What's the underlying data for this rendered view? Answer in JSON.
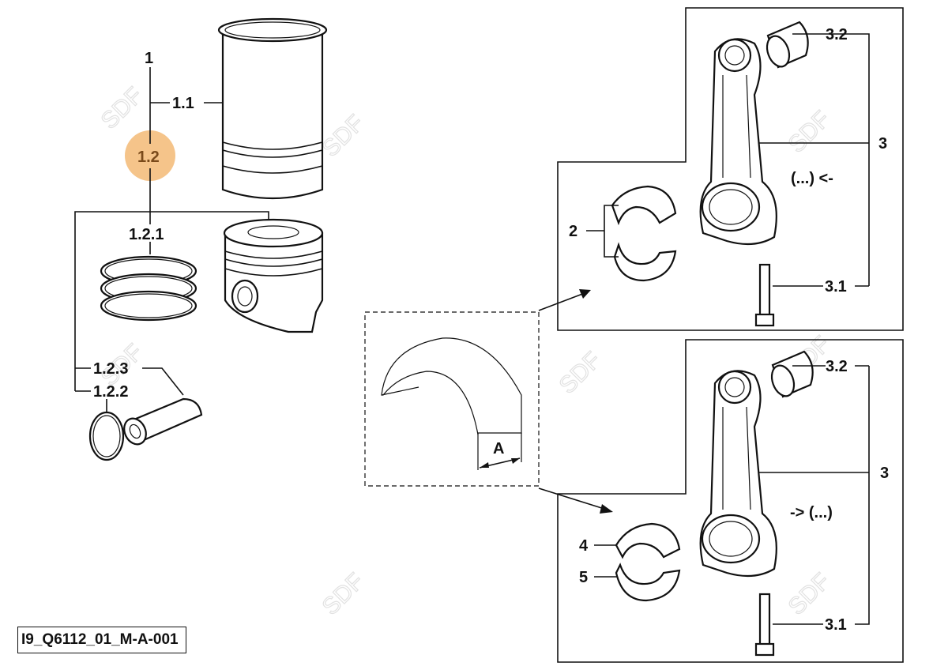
{
  "drawing_code": "I9_Q6112_01_M-A-001",
  "watermark": "SDF",
  "highlight": {
    "label": "1.2",
    "fill": "#f5c48a",
    "text_color": "#7a4a1a"
  },
  "left_group": {
    "labels": {
      "assembly": "1",
      "liner": "1.1",
      "piston": "1.2",
      "rings": "1.2.1",
      "pin": "1.2.3",
      "circlip": "1.2.2"
    }
  },
  "center_detail": {
    "dimension_label": "A"
  },
  "top_box": {
    "bushing": "3.2",
    "rod": "3",
    "bolt": "3.1",
    "shells": "2",
    "note": "(...) <-"
  },
  "bottom_box": {
    "bushing": "3.2",
    "rod": "3",
    "bolt": "3.1",
    "upper_shell": "4",
    "lower_shell": "5",
    "note": "-> (...)"
  }
}
